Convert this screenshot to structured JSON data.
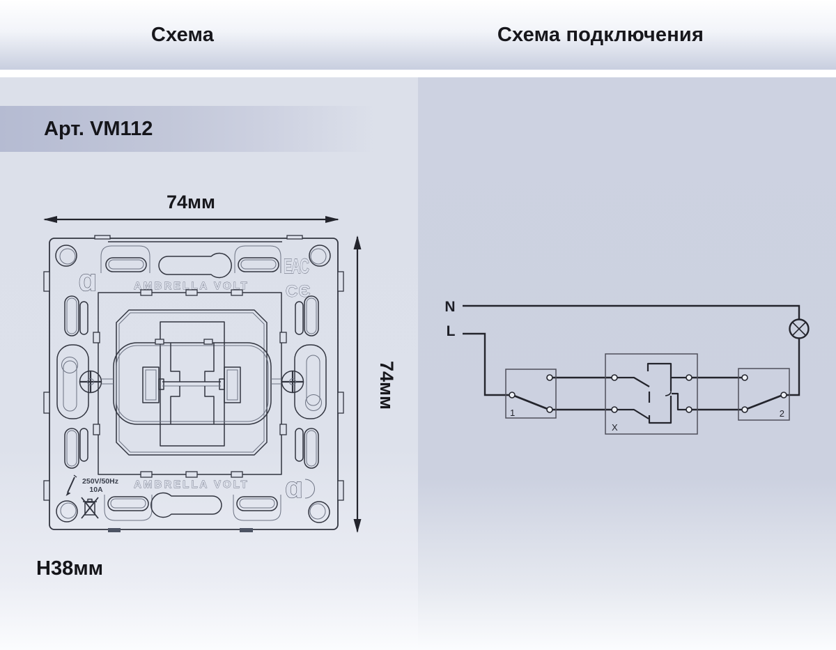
{
  "colors": {
    "accent_band": "#b7bdd3",
    "panel_left": "#dbdfe9",
    "panel_right": "#cdd2e1",
    "line": "#23242c"
  },
  "headers": {
    "left": "Схема",
    "right": "Схема подключения"
  },
  "product": {
    "article": "Арт. VM112",
    "width": "74мм",
    "height": "74мм",
    "depth": "H38мм"
  },
  "drawing": {
    "brand_top": "AMBRELLA VOLT",
    "brand_bottom": "AMBRELLA VOLT",
    "rating_voltage": "250V/50Hz",
    "rating_current": "10A",
    "eac": "EAC",
    "ce": "CЄ",
    "logo_glyph": "ɑ"
  },
  "wiring": {
    "n": "N",
    "l": "L",
    "switch1": "1",
    "switch2": "2",
    "crossover": "X"
  }
}
